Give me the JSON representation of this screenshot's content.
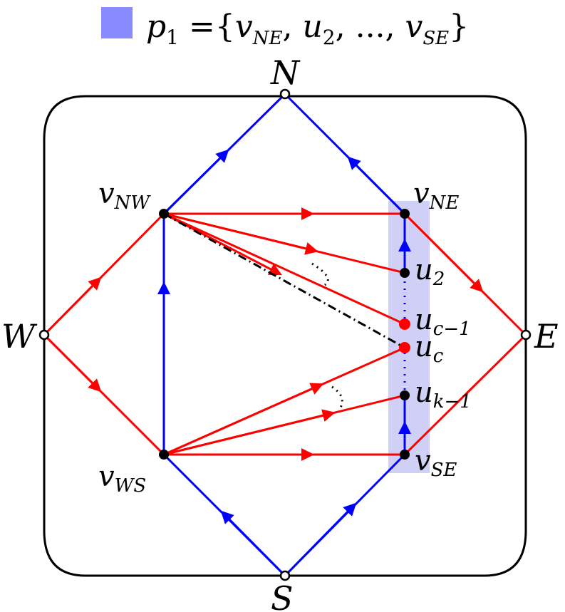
{
  "legend": {
    "swatch_color": "#8a8aff",
    "text": "p₁ ={v_NE, u₂, ..., v_SE}",
    "parts": {
      "p": "p",
      "p_sub": "1",
      "eq": " ={",
      "v1": "v",
      "v1_sub": "NE",
      "c1": ", ",
      "u2": "u",
      "u2_sub": "2",
      "dots": ", ..., ",
      "v2": "v",
      "v2_sub": "SE",
      "close": "}"
    }
  },
  "colors": {
    "blue": "#0000ff",
    "red": "#ff0000",
    "black": "#000000",
    "highlight": "#c8c8f4",
    "vertex_red": "#ff0000"
  },
  "labels": {
    "N": "N",
    "S": "S",
    "W": "W",
    "E": "E",
    "vNW": {
      "main": "v",
      "sub": "NW"
    },
    "vNE": {
      "main": "v",
      "sub": "NE"
    },
    "vWS": {
      "main": "v",
      "sub": "WS"
    },
    "vSE": {
      "main": "v",
      "sub": "SE"
    },
    "u2": {
      "main": "u",
      "sub": "2"
    },
    "uc1": {
      "main": "u",
      "sub": "c−1"
    },
    "uc": {
      "main": "u",
      "sub": "c"
    },
    "uk1": {
      "main": "u",
      "sub": "k−1"
    }
  }
}
